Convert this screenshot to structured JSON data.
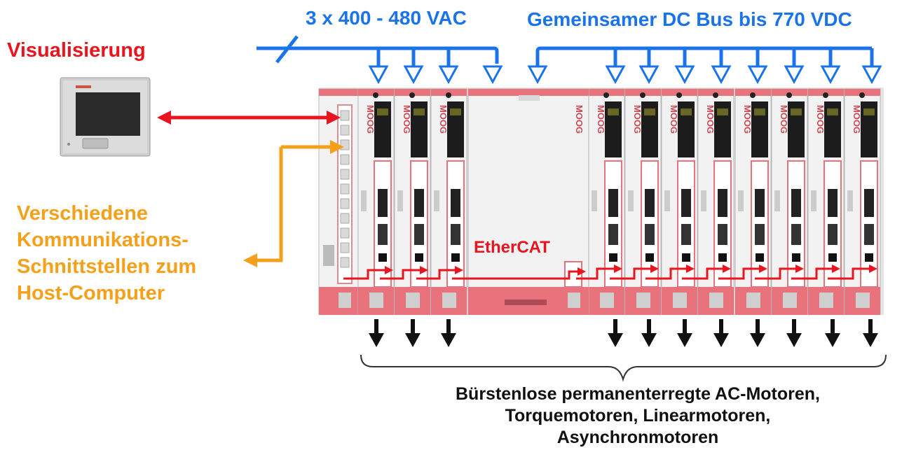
{
  "labels": {
    "ac_supply": "3 x 400 - 480 VAC",
    "dc_bus": "Gemeinsamer DC Bus bis 770 VDC",
    "visualisation": "Visualisierung",
    "interfaces": [
      "Verschiedene",
      "Kommunikations-",
      "Schnittstellen zum",
      "Host-Computer"
    ],
    "fieldbus": "EtherCAT",
    "motors": [
      "Bürstenlose permanenterregte AC-Motoren,",
      "Torquemotoren, Linearmotoren,",
      "Asynchronmotoren"
    ]
  },
  "module_text": {
    "brand": "MOOG"
  },
  "colors": {
    "ac_dc_lines": "#1a73e8",
    "visualisation_link": "#e8141e",
    "host_link": "#f5a01a",
    "ethercat": "#e8141e",
    "motor_outputs": "#111111",
    "module_frame": "#e8737d",
    "module_body": "#f2f2f2"
  }
}
